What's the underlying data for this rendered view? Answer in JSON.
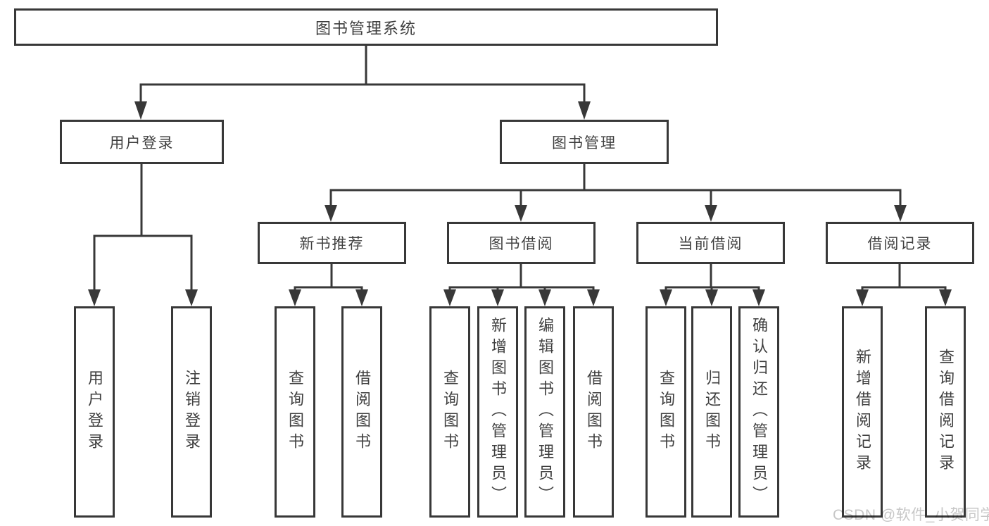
{
  "diagram": {
    "root": {
      "label": "图书管理系统"
    },
    "branches": [
      {
        "label": "用户登录",
        "children": [
          {
            "label": "用户登录"
          },
          {
            "label": "注销登录"
          }
        ]
      },
      {
        "label": "图书管理",
        "children": [
          {
            "label": "新书推荐",
            "children": [
              {
                "label": "查询图书"
              },
              {
                "label": "借阅图书"
              }
            ]
          },
          {
            "label": "图书借阅",
            "children": [
              {
                "label": "查询图书"
              },
              {
                "label": "新增图书（管理员）"
              },
              {
                "label": "编辑图书（管理员）"
              },
              {
                "label": "借阅图书"
              }
            ]
          },
          {
            "label": "当前借阅",
            "children": [
              {
                "label": "查询图书"
              },
              {
                "label": "归还图书"
              },
              {
                "label": "确认归还（管理员）"
              }
            ]
          },
          {
            "label": "借阅记录",
            "children": [
              {
                "label": "新增借阅记录"
              },
              {
                "label": "查询借阅记录"
              }
            ]
          }
        ]
      }
    ]
  },
  "watermark": {
    "text": "CSDN @软件_小贺同学"
  },
  "colors": {
    "line": "#383838",
    "text": "#3f3f3f",
    "box_background": "#ffffff",
    "watermark": "#c7c7c7",
    "page_background": "#ffffff"
  }
}
